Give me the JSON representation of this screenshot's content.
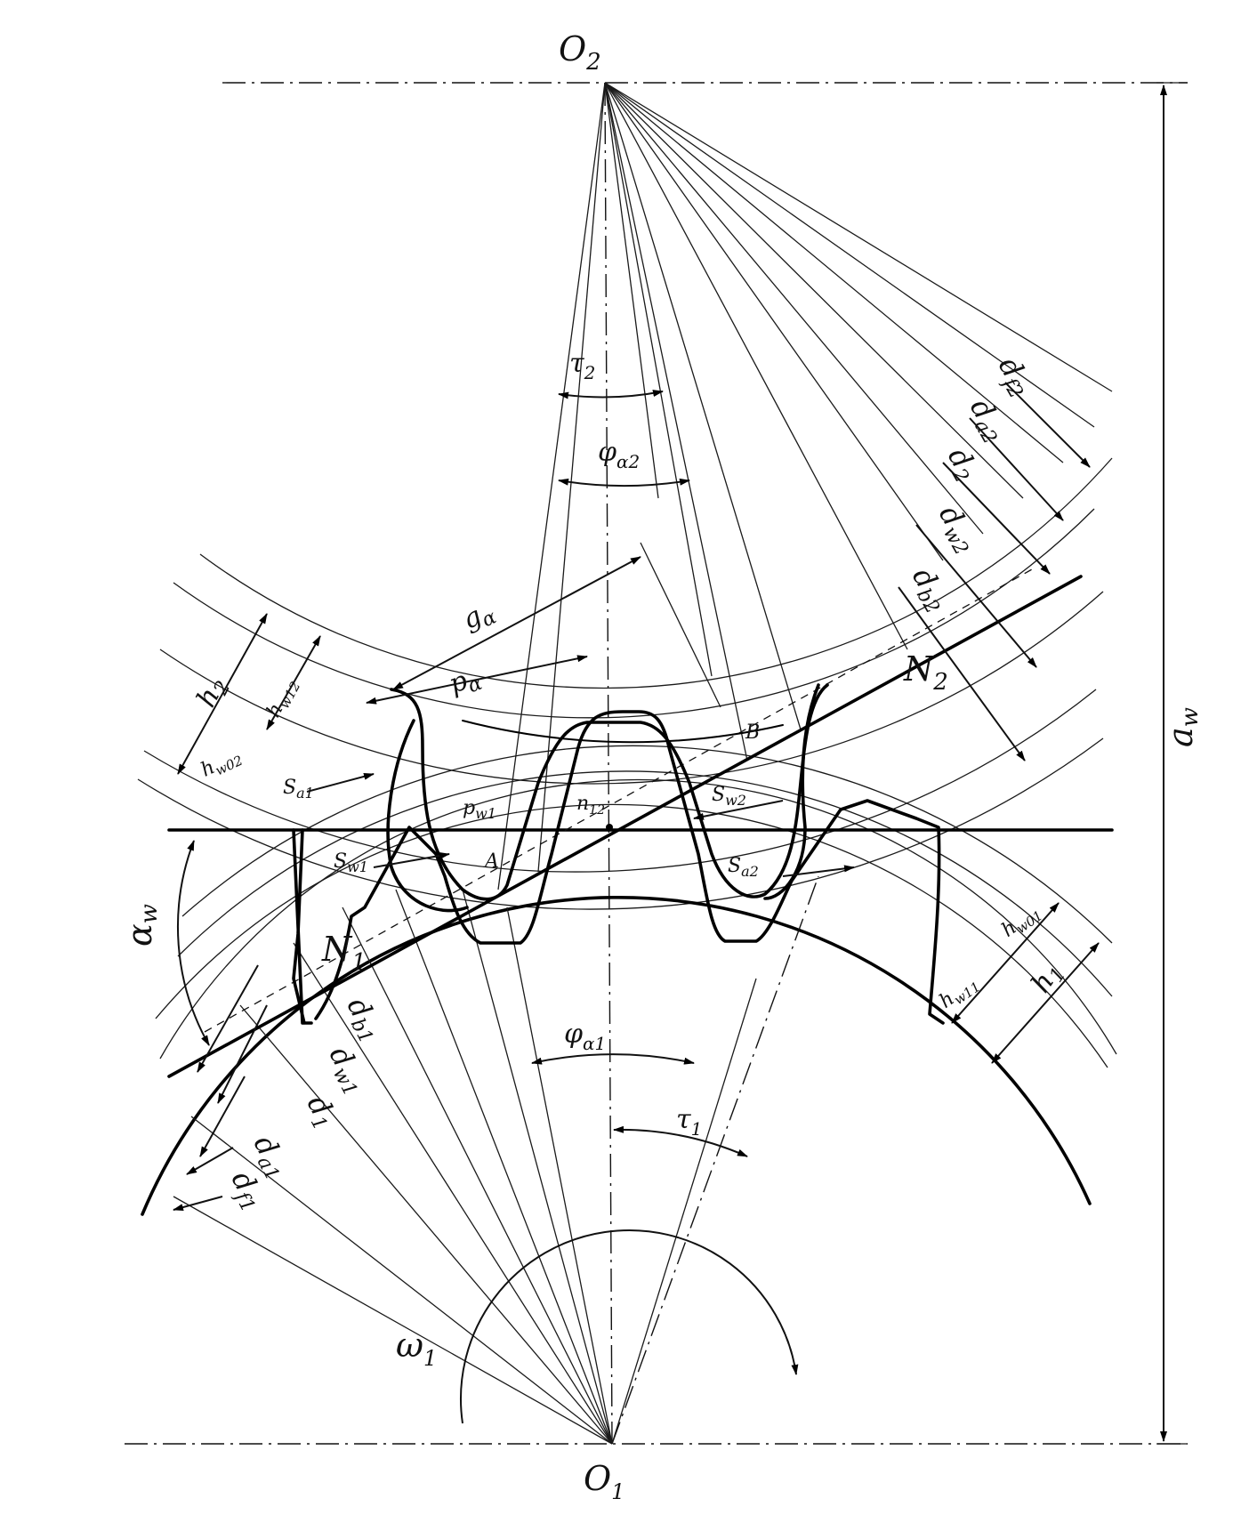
{
  "labels": {
    "O2": "O",
    "O2_sub": "2",
    "O1": "O",
    "O1_sub": "1",
    "aw": "a",
    "aw_sub": "w",
    "alpha_w": "α",
    "alpha_w_sub": "w",
    "tau2": "τ",
    "tau2_sub": "2",
    "tau1": "τ",
    "tau1_sub": "1",
    "phi_a2": "φ",
    "phi_a2_sub": "α2",
    "phi_a1": "φ",
    "phi_a1_sub": "α1",
    "g_alpha": "g",
    "g_alpha_sub": "α",
    "p_alpha": "p",
    "p_alpha_sub": "α",
    "h2": "h",
    "h2_sub": "2",
    "hw12": "h",
    "hw12_sub": "w12",
    "hw02": "h",
    "hw02_sub": "w02",
    "h1": "h",
    "h1_sub": "1",
    "hw01": "h",
    "hw01_sub": "w01",
    "hw11": "h",
    "hw11_sub": "w11",
    "sa1": "S",
    "sa1_sub": "a1",
    "sw1": "S",
    "sw1_sub": "w1",
    "sw2": "S",
    "sw2_sub": "w2",
    "sa2": "S",
    "sa2_sub": "a2",
    "pw1": "p",
    "pw1_sub": "w1",
    "pi12": "п",
    "pi12_sub": "12",
    "N1": "N",
    "N1_sub": "1",
    "N2": "N",
    "N2_sub": "2",
    "A": "A",
    "B": "B",
    "omega1": "ω",
    "omega1_sub": "1",
    "d_f2": "d",
    "d_f2_sub": "f2",
    "d_a2": "d",
    "d_a2_sub": "a2",
    "d_2": "d",
    "d_2_sub": "2",
    "d_w2": "d",
    "d_w2_sub": "w2",
    "d_b2": "d",
    "d_b2_sub": "b2",
    "d_b1": "d",
    "d_b1_sub": "b1",
    "d_w1": "d",
    "d_w1_sub": "w1",
    "d_1": "d",
    "d_1_sub": "1",
    "d_a1": "d",
    "d_a1_sub": "a1",
    "d_f1": "d",
    "d_f1_sub": "f1"
  }
}
